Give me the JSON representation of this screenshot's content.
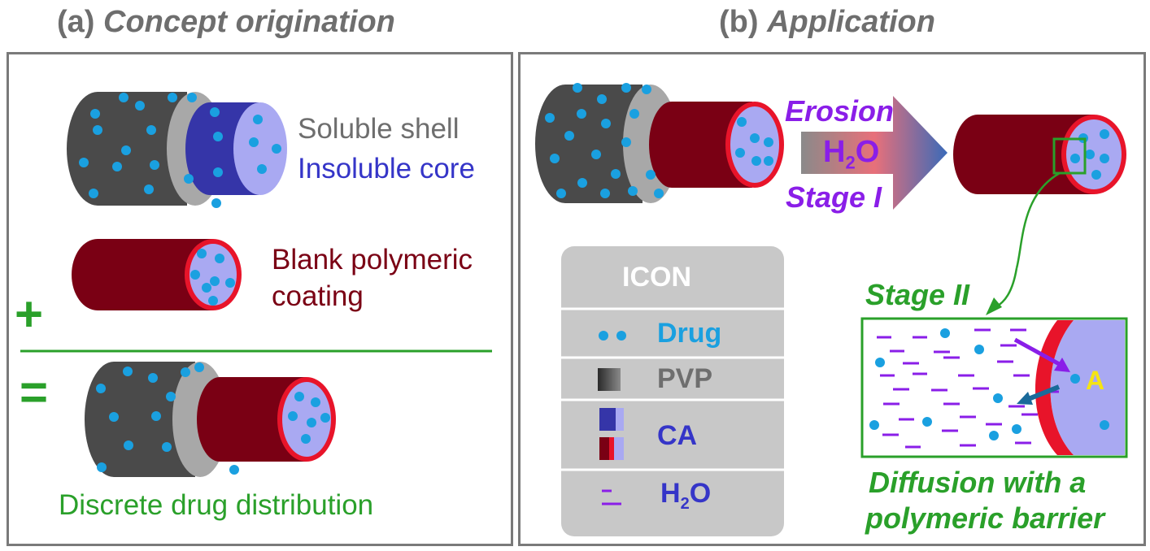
{
  "panel_a": {
    "prefix": "(a)",
    "title": "Concept origination",
    "soluble_shell": "Soluble shell",
    "insoluble_core": "Insoluble core",
    "blank_coating_1": "Blank polymeric",
    "blank_coating_2": "coating",
    "plus": "+",
    "equals": "=",
    "caption": "Discrete drug distribution"
  },
  "panel_b": {
    "prefix": "(b)",
    "title": "Application",
    "erosion": "Erosion",
    "water_h": "H",
    "water_sub": "2",
    "water_o": "O",
    "stage1": "Stage I",
    "stage2": "Stage II",
    "point_a": "A",
    "caption_1": "Diffusion with a",
    "caption_2": "polymeric barrier"
  },
  "legend": {
    "title": "ICON",
    "drug": "Drug",
    "pvp": "PVP",
    "ca": "CA",
    "h2o_h": "H",
    "h2o_sub": "2",
    "h2o_o": "O"
  },
  "colors": {
    "pvp_dark": "#4a4a4a",
    "shell_gray": "#a8a8a8",
    "core_blue": "#3535a8",
    "core_light": "#a9a9f2",
    "coating_red": "#7a0014",
    "rim_red": "#e8142a",
    "drug_dot": "#1aa0e0",
    "water_dash": "#8a1ee8",
    "green": "#2aa02a",
    "purple_text": "#8a1ee8",
    "legend_bg": "#c8c8c8"
  }
}
